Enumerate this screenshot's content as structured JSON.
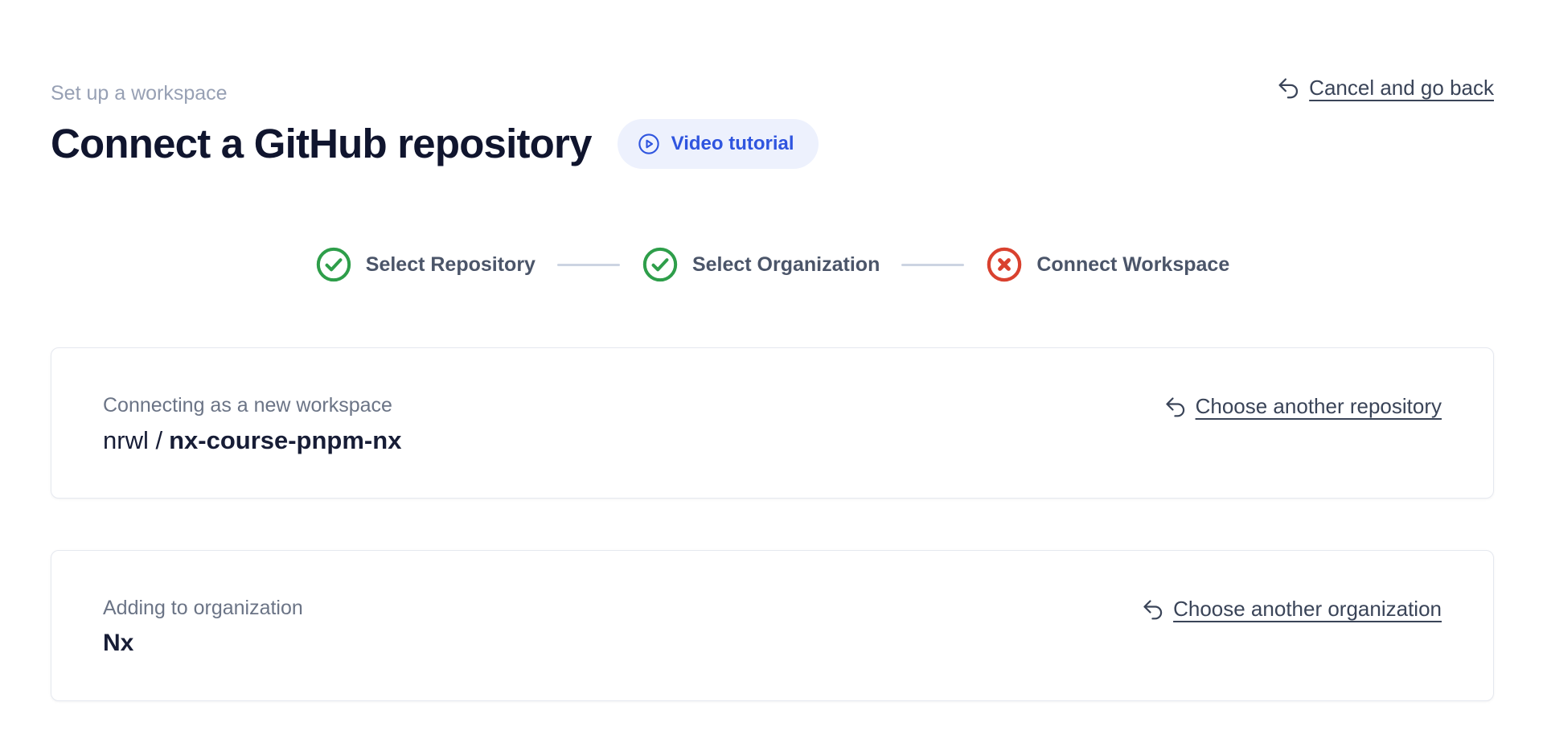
{
  "page": {
    "eyebrow": "Set up a workspace",
    "title": "Connect a GitHub repository"
  },
  "header": {
    "video_tutorial_label": "Video tutorial",
    "cancel_link_label": "Cancel and go back"
  },
  "stepper": {
    "steps": [
      {
        "label": "Select Repository",
        "status": "complete"
      },
      {
        "label": "Select Organization",
        "status": "complete"
      },
      {
        "label": "Connect Workspace",
        "status": "error"
      }
    ]
  },
  "cards": {
    "repository": {
      "label": "Connecting as a new workspace",
      "owner": "nrwl /",
      "repo": "nx-course-pnpm-nx",
      "action_label": "Choose another repository"
    },
    "organization": {
      "label": "Adding to organization",
      "name": "Nx",
      "action_label": "Choose another organization"
    }
  },
  "icons": {
    "video_tutorial": "play-circle-icon",
    "cancel": "arrow-uturn-left-icon",
    "step_complete": "check-circle-icon",
    "step_error": "x-circle-icon",
    "choose_another_repository": "arrow-uturn-left-icon",
    "choose_another_organization": "arrow-uturn-left-icon"
  },
  "colors": {
    "accent_blue": "#2f55df",
    "pill_background": "#edf1fd",
    "success_green": "#2e9e4a",
    "error_red": "#d9412f",
    "heading_dark": "#10152e",
    "slate_text": "#4b5569",
    "muted_text": "#97a0b4",
    "card_border": "#e5e8ef",
    "connector_gray": "#ccd4e2"
  }
}
